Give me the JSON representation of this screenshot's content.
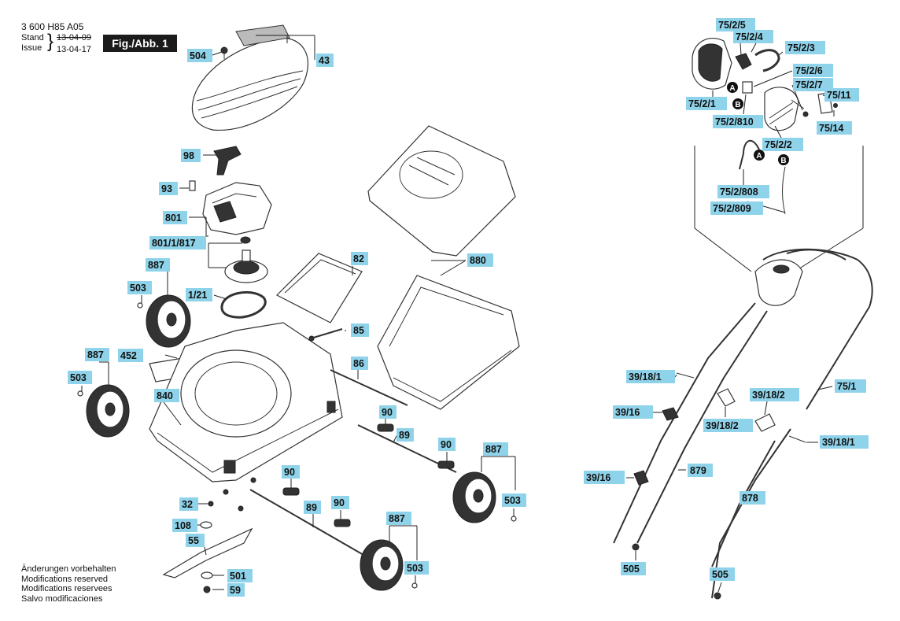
{
  "header": {
    "doc_number": "3 600 H85 A05",
    "stand_label": "Stand",
    "issue_label": "Issue",
    "stand_date": "13-04-09",
    "issue_date": "13-04-17",
    "figure": "Fig./Abb. 1"
  },
  "notes": [
    "Änderungen vorbehalten",
    "Modifications reserved",
    "Modifications reservees",
    "Salvo modificaciones"
  ],
  "markers": {
    "a": "A",
    "b": "B"
  },
  "labels": {
    "l504": "504",
    "l43": "43",
    "l98": "98",
    "l93": "93",
    "l801": "801",
    "l801_1_817": "801/1/817",
    "l887a": "887",
    "l503a": "503",
    "l1_21": "1/21",
    "l82": "82",
    "l880": "880",
    "l85": "85",
    "l452": "452",
    "l887b": "887",
    "l503b": "503",
    "l86": "86",
    "l840": "840",
    "l90a": "90",
    "l89a": "89",
    "l90b": "90",
    "l887c": "887",
    "l503c": "503",
    "l90c": "90",
    "l32": "32",
    "l89b": "89",
    "l90d": "90",
    "l108": "108",
    "l55": "55",
    "l887d": "887",
    "l503d": "503",
    "l501": "501",
    "l59": "59",
    "l75_2_5": "75/2/5",
    "l75_2_4": "75/2/4",
    "l75_2_3": "75/2/3",
    "l75_2_6": "75/2/6",
    "l75_2_7": "75/2/7",
    "l75_11": "75/11",
    "l75_2_1": "75/2/1",
    "l75_2_810": "75/2/810",
    "l75_14": "75/14",
    "l75_2_2": "75/2/2",
    "l75_2_808": "75/2/808",
    "l75_2_809": "75/2/809",
    "l39_18_1a": "39/18/1",
    "l75_1": "75/1",
    "l39_16a": "39/16",
    "l39_18_2a": "39/18/2",
    "l39_18_2b": "39/18/2",
    "l39_18_1b": "39/18/1",
    "l39_16b": "39/16",
    "l879": "879",
    "l878": "878",
    "l505a": "505",
    "l505b": "505"
  }
}
